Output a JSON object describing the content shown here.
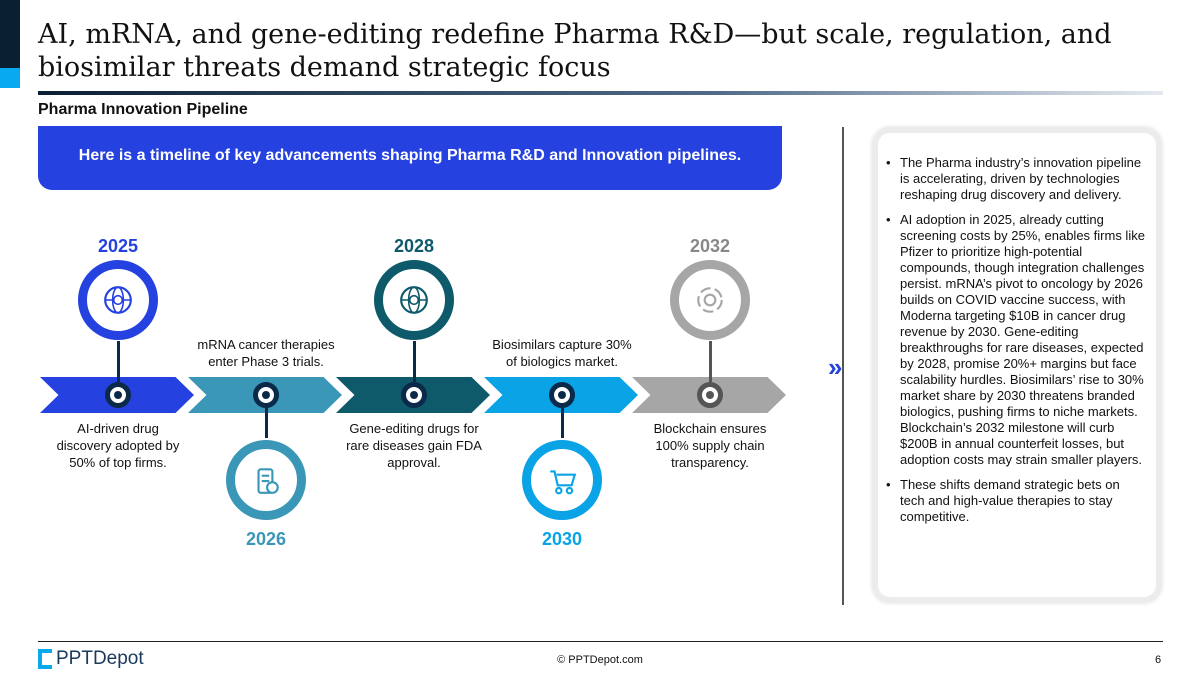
{
  "title": "AI, mRNA, and gene-editing redefine Pharma R&D—but scale, regulation, and biosimilar threats demand strategic focus",
  "subtitle": "Pharma Innovation Pipeline",
  "banner": "Here is a timeline of key advancements shaping Pharma R&D and Innovation pipelines.",
  "milestones": [
    {
      "year": "2025",
      "text": "AI-driven drug discovery adopted by 50% of top firms.",
      "color": "#2541e0",
      "icon": "globe-network-icon"
    },
    {
      "year": "2026",
      "text": "mRNA cancer therapies enter Phase 3 trials.",
      "color": "#3b97b8",
      "icon": "battery-pill-icon"
    },
    {
      "year": "2028",
      "text": "Gene-editing drugs for rare diseases gain FDA approval.",
      "color": "#0e5a6b",
      "icon": "globe-network-icon"
    },
    {
      "year": "2030",
      "text": "Biosimilars capture 30% of biologics market.",
      "color": "#0aa3e6",
      "icon": "cart-icon"
    },
    {
      "year": "2032",
      "text": "Blockchain ensures 100% supply chain transparency.",
      "color": "#a6a6a6",
      "icon": "gear-cycle-icon"
    }
  ],
  "summary": [
    "The Pharma industry’s innovation pipeline is accelerating, driven by technologies reshaping drug discovery and delivery.",
    "AI adoption in 2025, already cutting screening costs by 25%, enables firms like Pfizer to prioritize high-potential compounds, though integration challenges persist. mRNA’s pivot to oncology by 2026 builds on COVID vaccine success, with Moderna targeting $10B in cancer drug revenue by 2030. Gene-editing breakthroughs for rare diseases, expected by 2028, promise 20%+ margins but face scalability hurdles. Biosimilars’ rise to 30% market share by 2030 threatens branded biologics, pushing firms to niche markets. Blockchain’s 2032 milestone will curb $200B in annual counterfeit losses, but adoption costs may strain smaller players.",
    "These shifts demand strategic bets on tech and high-value therapies to stay competitive."
  ],
  "footer": {
    "logo": "PPTDepot",
    "copyright": "© PPTDepot.com",
    "page": "6"
  }
}
